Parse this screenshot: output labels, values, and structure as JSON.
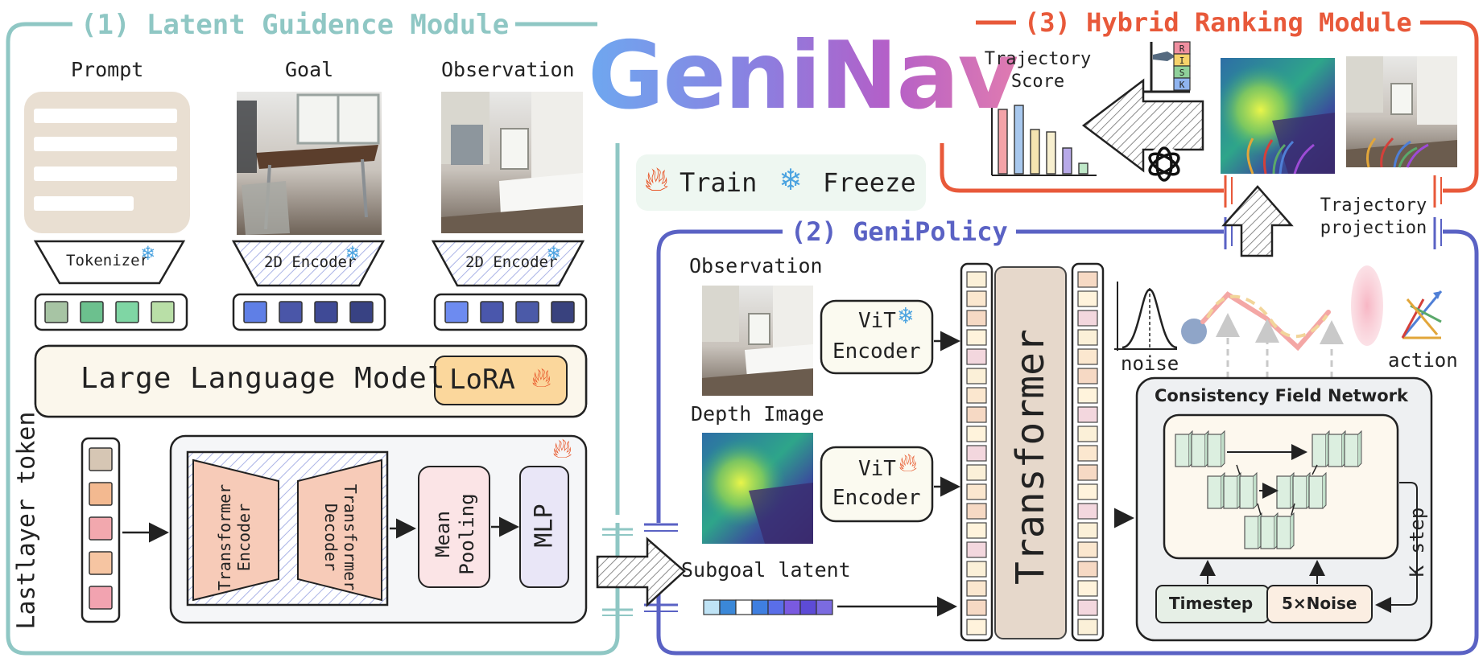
{
  "brand": {
    "title": "GeniNav",
    "gradient_colors": [
      "#6ea8f0",
      "#8b7fe0",
      "#b45fc8",
      "#e07bb0"
    ]
  },
  "module1": {
    "title": "(1) Latent Guidence Module",
    "color": "#8fc7c4",
    "inputs": [
      {
        "label": "Prompt"
      },
      {
        "label": "Goal"
      },
      {
        "label": "Observation"
      }
    ],
    "tokenizer_label": "Tokenizer",
    "encoder_labels": [
      "2D Encoder",
      "2D Encoder"
    ],
    "llm_label": "Large Language Model",
    "lora_label": "LoRA",
    "lastlayer_label": "Lastlayer token",
    "transformer_encoder_label": "Transformer Encoder",
    "transformer_decoder_label": "Transformer Decoder",
    "mean_pooling_label": "Mean Pooling",
    "mlp_label": "MLP",
    "token_colors": {
      "prompt": [
        "#a7c4a4",
        "#6cc08e",
        "#7fd6a4",
        "#b9dfa7"
      ],
      "goal": [
        "#5f7fe6",
        "#4a56a8",
        "#3f4a96",
        "#384283"
      ],
      "observation": [
        "#6d8bf0",
        "#4a57ac",
        "#4b5aa8",
        "#39427e"
      ],
      "lastlayer": [
        "#d6c6b4",
        "#f3b990",
        "#f2a8ae",
        "#f6c5a2",
        "#f2a3b0"
      ]
    }
  },
  "legend": {
    "train_label": "Train",
    "freeze_label": "Freeze"
  },
  "module2": {
    "title": "(2) GeniPolicy",
    "color": "#5a62c4",
    "observation_label": "Observation",
    "depth_label": "Depth Image",
    "vit_label": "ViT",
    "encoder_label": "Encoder",
    "transformer_label": "Transformer",
    "subgoal_label": "Subgoal latent",
    "subgoal_colors": [
      "#bfe3f5",
      "#3b88d8",
      "#ffffff",
      "#3f7fe0",
      "#5a6ee8",
      "#7a5ae0",
      "#5d4bd6",
      "#7b6be0"
    ],
    "noise_label": "noise",
    "action_label": "action",
    "cfn_title": "Consistency Field Network",
    "timestep_label": "Timestep",
    "noise_box_label": "5×Noise",
    "kstep_label": "K step"
  },
  "module3": {
    "title": "(3) Hybrid Ranking Module",
    "color": "#e8593a",
    "score_title": "Trajectory Score",
    "score_values": [
      0.8,
      0.85,
      0.55,
      0.52,
      0.32,
      0.13
    ],
    "score_colors": [
      "#f4a3a8",
      "#a8c8ee",
      "#f5e4b0",
      "#f7efcf",
      "#b7a9e8",
      "#bfe8c8"
    ],
    "risk_letters": [
      "R",
      "I",
      "S",
      "K"
    ],
    "risk_colors": [
      "#f08fa0",
      "#f6d26a",
      "#8fd09a",
      "#8fb4f0"
    ],
    "projection_label": "Trajectory projection"
  }
}
